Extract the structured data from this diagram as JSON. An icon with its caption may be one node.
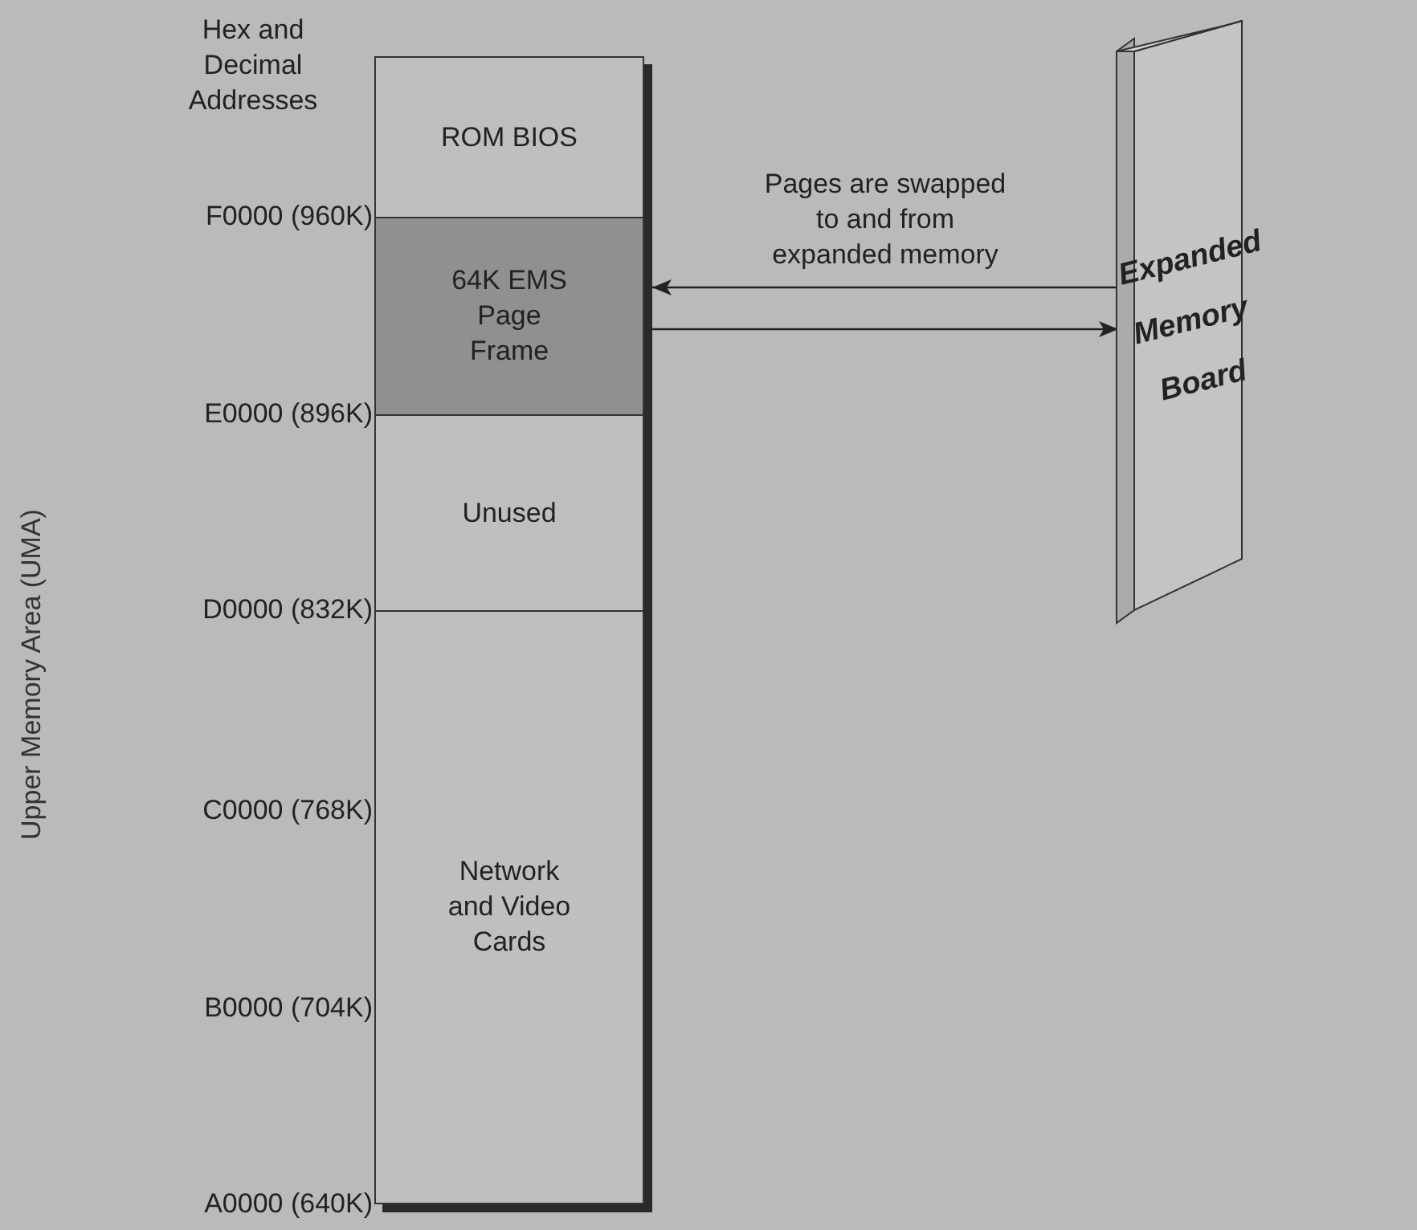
{
  "diagram": {
    "nodes": [
      {
        "text": [
          "ROM BIOS"
        ]
      },
      {
        "text": [
          "64K EMS Page Frame"
        ]
      },
      {
        "text": [
          "Unused"
        ]
      },
      {
        "text": [
          "Network and Video Cards"
        ]
      },
      {
        "text": [
          "Expanded Memory Board"
        ]
      }
    ],
    "edges": [
      {
        "from": 4,
        "to": 1,
        "arrow": "to",
        "label": "Pages are swapped to and from expanded memory"
      },
      {
        "from": 1,
        "to": 4,
        "arrow": "to"
      }
    ],
    "labels": [
      "Hex and Decimal Addresses",
      "F0000 (960K)",
      "E0000 (896K)",
      "D0000 (832K)",
      "C0000 (768K)",
      "B0000 (704K)",
      "A0000 (640K)",
      "Upper Memory Area (UMA)"
    ]
  }
}
